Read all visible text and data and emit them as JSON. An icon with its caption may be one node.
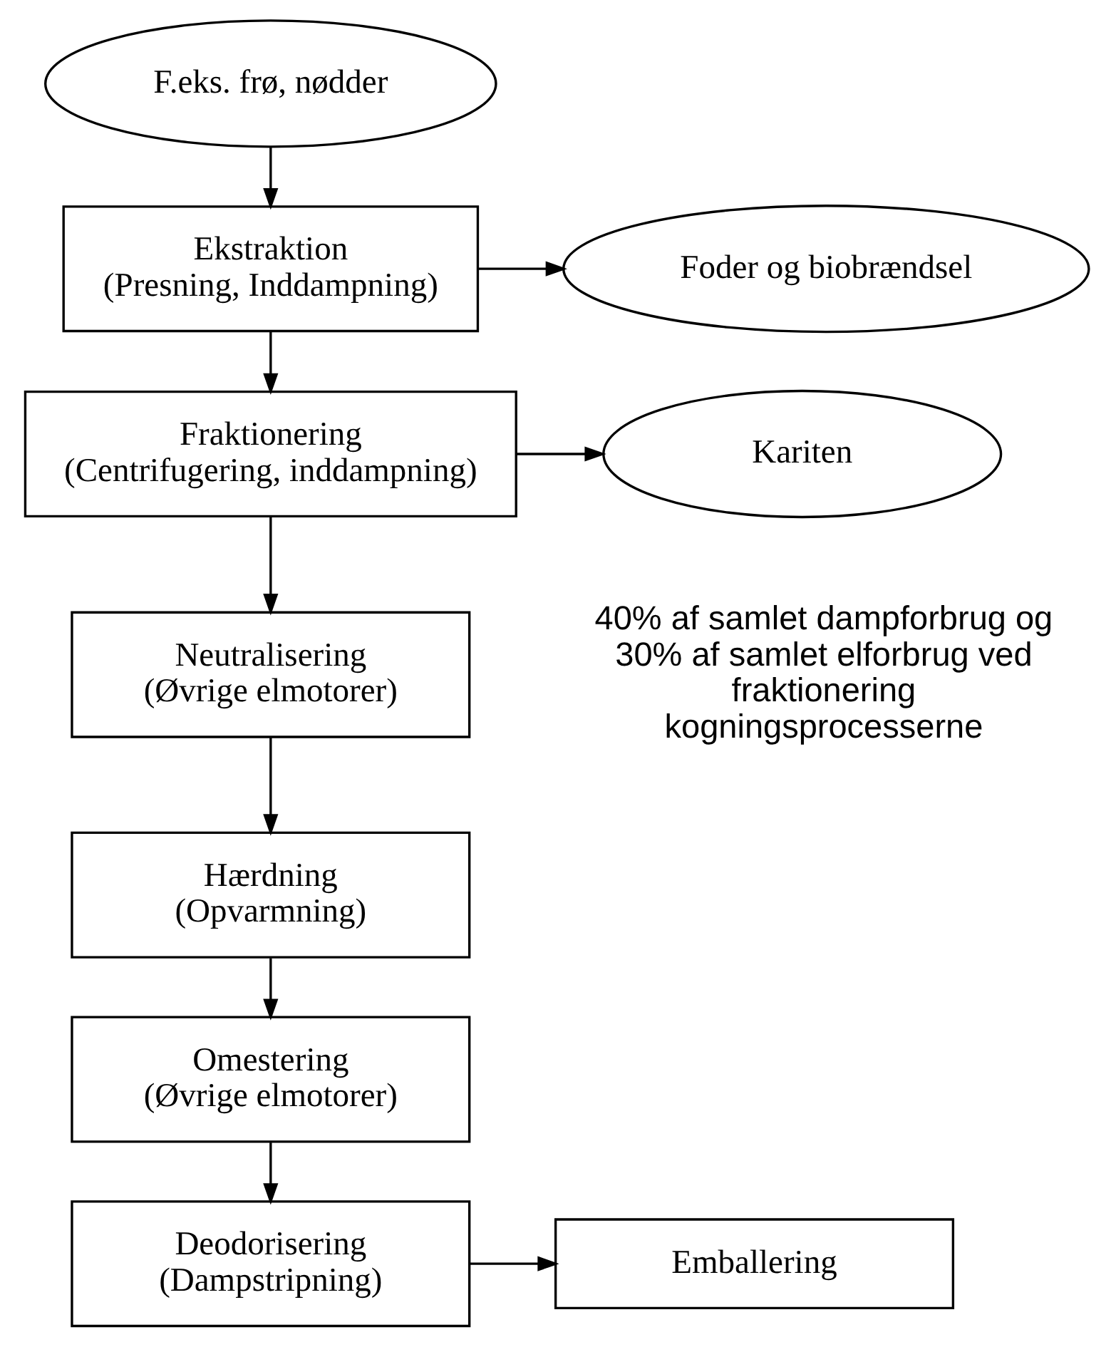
{
  "diagram": {
    "nodes": [
      {
        "text": [
          "F.eks. frø, nødder"
        ]
      },
      {
        "text": [
          "Ekstraktion",
          "(Presning, Inddampning)"
        ]
      },
      {
        "text": [
          "Foder og biobrændsel"
        ]
      },
      {
        "text": [
          "Fraktionering",
          "(Centrifugering, inddampning)"
        ]
      },
      {
        "text": [
          "Kariten"
        ]
      },
      {
        "text": [
          "Neutralisering",
          "(Øvrige elmotorer)"
        ]
      },
      {
        "text": [
          "Hærdning",
          "(Opvarmning)"
        ]
      },
      {
        "text": [
          "Omestering",
          "(Øvrige elmotorer)"
        ]
      },
      {
        "text": [
          "Deodorisering",
          "(Dampstripning)"
        ]
      },
      {
        "text": [
          "Emballering"
        ]
      }
    ],
    "edges": [
      {
        "from": 0,
        "to": 1,
        "arrow": "to"
      },
      {
        "from": 1,
        "to": 2,
        "arrow": "to"
      },
      {
        "from": 1,
        "to": 3,
        "arrow": "to"
      },
      {
        "from": 3,
        "to": 4,
        "arrow": "to"
      },
      {
        "from": 3,
        "to": 5,
        "arrow": "to"
      },
      {
        "from": 5,
        "to": 6,
        "arrow": "to"
      },
      {
        "from": 6,
        "to": 7,
        "arrow": "to"
      },
      {
        "from": 7,
        "to": 8,
        "arrow": "to"
      },
      {
        "from": 8,
        "to": 9,
        "arrow": "to"
      }
    ],
    "labels": [
      "40% af samlet dampforbrug og 30% af samlet elforbrug ved fraktionering kogningsprocesserne"
    ]
  }
}
